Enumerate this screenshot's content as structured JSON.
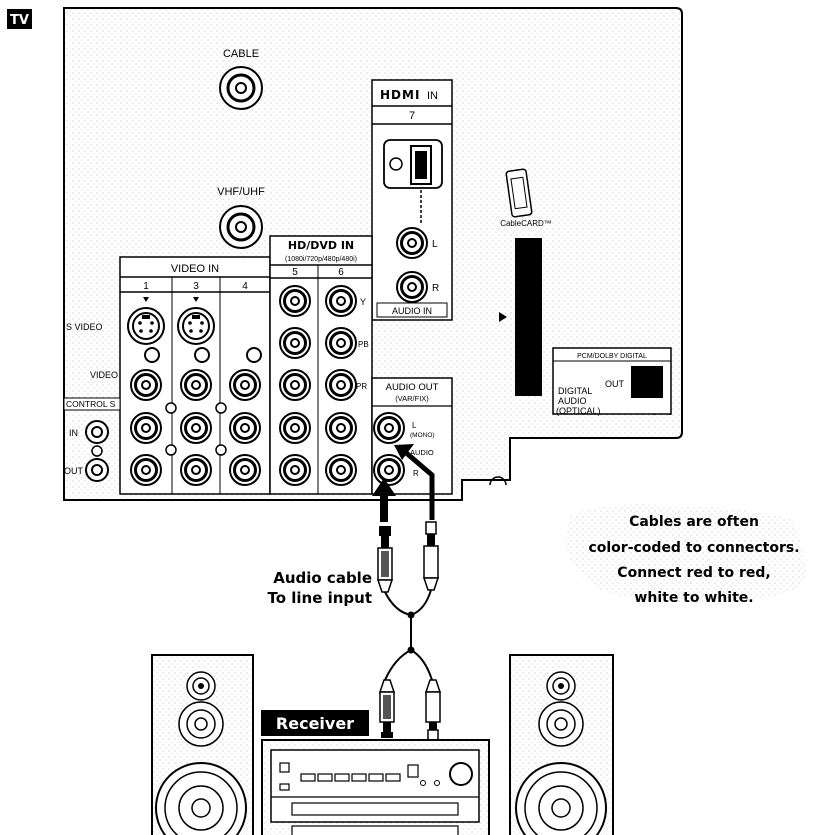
{
  "badge": "TV",
  "tv_panel": {
    "cable_label": "CABLE",
    "vhf_uhf_label": "VHF/UHF",
    "hdmi_logo": "HDMI",
    "hdmi_in": "IN",
    "hdmi_number": "7",
    "audio_l": "L",
    "audio_r": "R",
    "audio_in": "AUDIO IN",
    "cablecard": "CableCARD™",
    "video_in": "VIDEO IN",
    "video_cols": [
      "1",
      "3",
      "4"
    ],
    "hd_dvd_in": "HD/DVD IN",
    "hd_dvd_sub": "(1080i/720p/480p/480i)",
    "hd_cols": [
      "5",
      "6"
    ],
    "s_video": "S VIDEO",
    "video": "VIDEO",
    "control_s": "CONTROL S",
    "ctrl_in": "IN",
    "ctrl_out": "OUT",
    "y": "Y",
    "pb": "PB",
    "pr": "PR",
    "audio_out": "AUDIO OUT",
    "audio_out_sub": "(VAR/FIX)",
    "out_l": "L",
    "out_mono": "(MONO)",
    "out_audio": "AUDIO",
    "out_r": "R",
    "optical_top": "PCM/DOLBY DIGITAL",
    "optical_digital": "DIGITAL",
    "optical_audio": "AUDIO",
    "optical_optical": "(OPTICAL)",
    "optical_out": "OUT"
  },
  "callouts": {
    "audio_cable_line1": "Audio cable",
    "audio_cable_line2": "To line input",
    "note_line1": "Cables are often",
    "note_line2": "color-coded to connectors.",
    "note_line3": "Connect red to red,",
    "note_line4": "white to white."
  },
  "receiver_label": "Receiver"
}
